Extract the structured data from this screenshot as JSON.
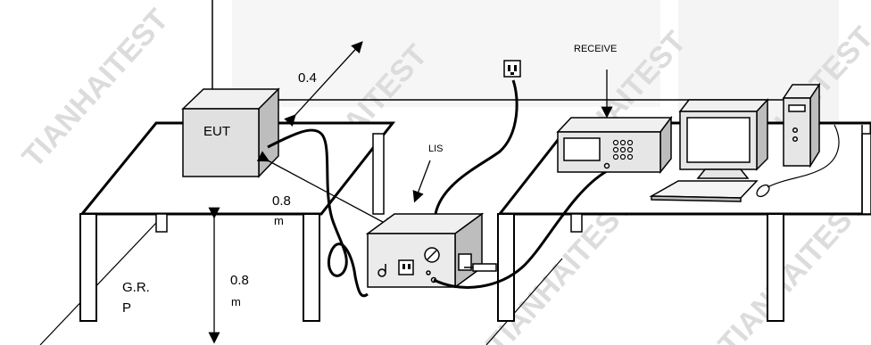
{
  "labels": {
    "eut": "EUT",
    "dist_top": "0.4",
    "dist_eut_lisn": "0.8",
    "dist_eut_lisn_unit": "m",
    "lisn": "LIS",
    "receiver": "RECEIVE",
    "grp": "G.R.",
    "grp_second": "P",
    "height": "0.8",
    "height_unit": "m"
  },
  "watermark": "TIANHAITEST",
  "colors": {
    "line": "#000000",
    "box_fill": "#e8e8e8",
    "watermark": "#dcdcdc"
  },
  "icons": [
    "socket-icon",
    "plug-icon",
    "dial-icon"
  ]
}
